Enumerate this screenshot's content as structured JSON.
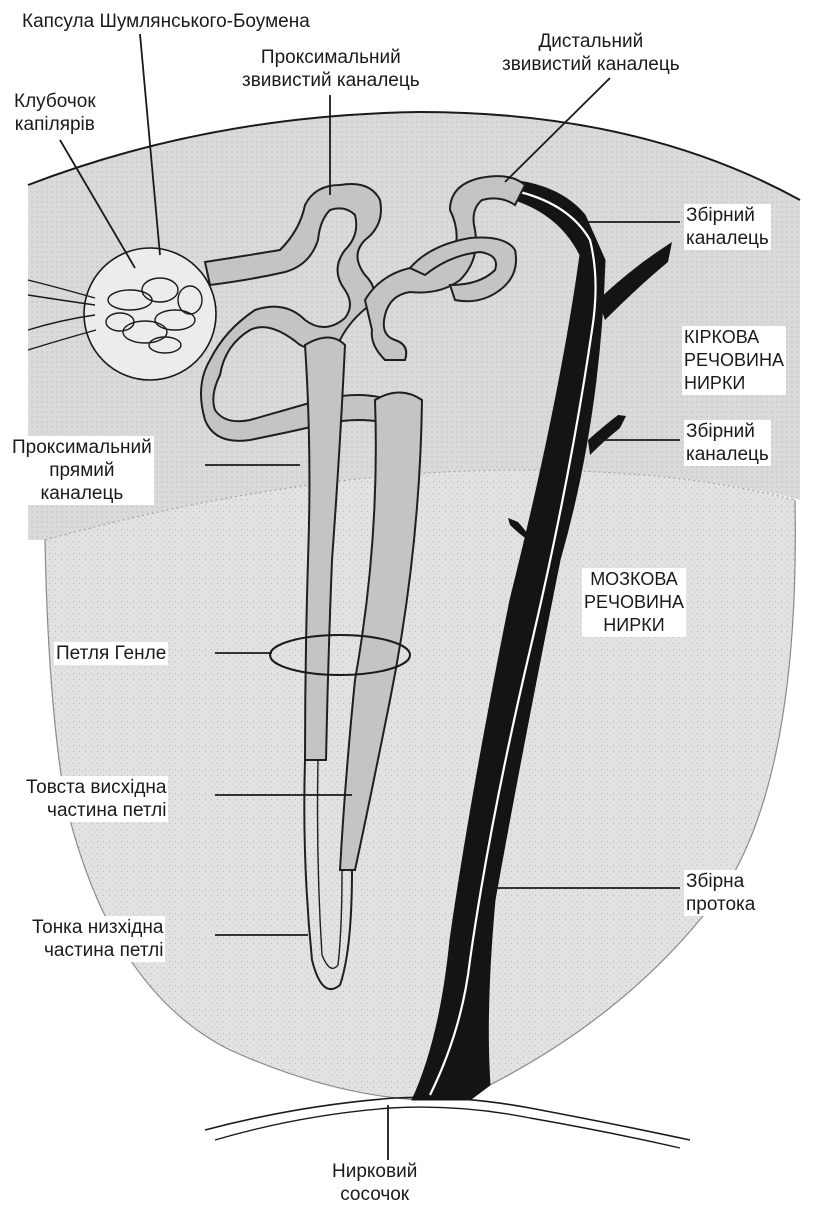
{
  "labels": {
    "bowman_capsule": "Капсула Шумлянського-Боумена",
    "glomerulus": [
      "Клубочок",
      "капілярів"
    ],
    "proximal_convoluted": [
      "Проксимальний",
      "звивистий каналець"
    ],
    "distal_convoluted": [
      "Дистальний",
      "звивистий каналець"
    ],
    "collecting_tubule_1": [
      "Збірний",
      "каналець"
    ],
    "cortex": [
      "КІРКОВА",
      "РЕЧОВИНА",
      "НИРКИ"
    ],
    "collecting_tubule_2": [
      "Збірний",
      "каналець"
    ],
    "proximal_straight": [
      "Проксимальний",
      "прямий",
      "каналець"
    ],
    "medulla": [
      "МОЗКОВА",
      "РЕЧОВИНА",
      "НИРКИ"
    ],
    "loop_henle": "Петля Генле",
    "thick_ascending": [
      "Товста висхідна",
      "частина петлі"
    ],
    "collecting_duct": [
      "Збірна",
      "протока"
    ],
    "thin_descending": [
      "Тонка низхідна",
      "частина петлі"
    ],
    "renal_papilla": [
      "Нирковий",
      "сосочок"
    ]
  },
  "colors": {
    "cortex_fill": "#dcdcdc",
    "medulla_fill": "#e6e6e6",
    "tubule_fill": "#c4c4c4",
    "tubule_stroke": "#1f1f1f",
    "duct_fill": "#141414",
    "line": "#1a1a1a"
  }
}
